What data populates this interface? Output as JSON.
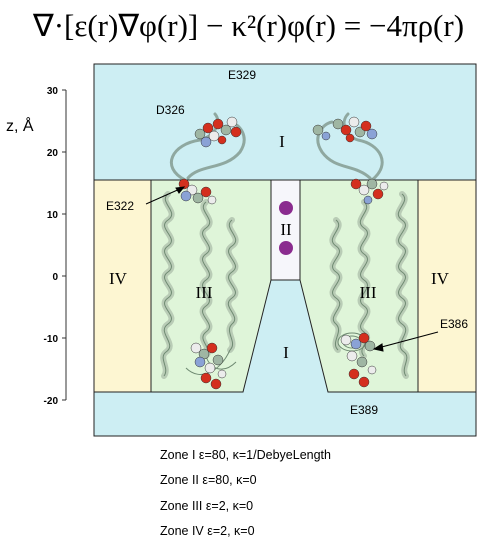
{
  "equation": "∇·[ε(r)∇φ(r)] − κ²(r)φ(r) = −4πρ(r)",
  "axis": {
    "label": "z, Å",
    "ticks": [
      "30",
      "20",
      "10",
      "0",
      "-10",
      "-20"
    ]
  },
  "residues": {
    "e329": "E329",
    "d326": "D326",
    "e322": "E322",
    "e386": "E386",
    "e389": "E389"
  },
  "zones": {
    "top": "I",
    "bottom": "I",
    "pore": "II",
    "left_protein": "III",
    "right_protein": "III",
    "left_membrane": "IV",
    "right_membrane": "IV"
  },
  "legend": [
    "Zone I ε=80, κ=1/DebyeLength",
    "Zone II ε=80, κ=0",
    "Zone III ε=2, κ=0",
    "Zone IV ε=2, κ=0"
  ],
  "colors": {
    "solvent": "#cdeef3",
    "membrane": "#fdf6d2",
    "protein_zone": "#dff5d9",
    "pore": "#f6f6fb",
    "helix": "#b9ccb6",
    "ion": "#8a2b8f",
    "oxygen": "#d42f1e",
    "nitrogen": "#8aa2d6",
    "carbon": "#9fb6a3"
  }
}
